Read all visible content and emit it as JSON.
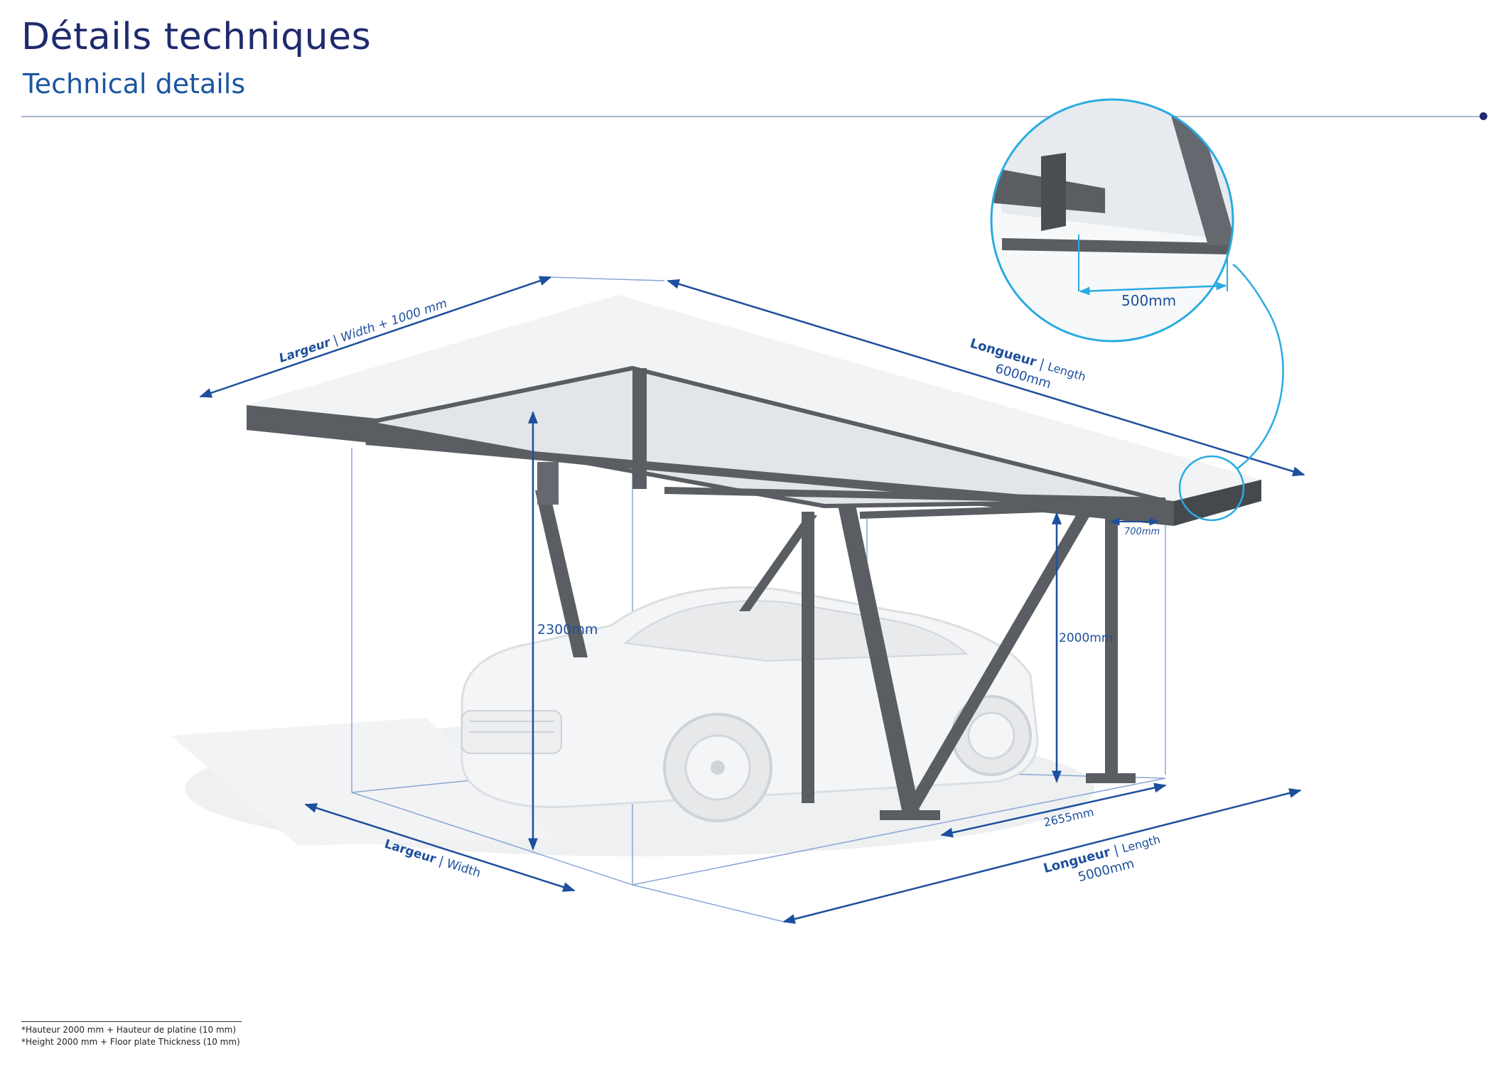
{
  "header": {
    "title_fr": "Détails techniques",
    "title_en": "Technical details"
  },
  "dimensions": {
    "top_width": {
      "fr": "Largeur",
      "en": "Width + 1000 mm"
    },
    "top_length": {
      "fr": "Longueur",
      "en": "Length",
      "value": "6000mm"
    },
    "overhang_detail": "500mm",
    "overhang_side": "700mm",
    "height_total": "2300mm",
    "height_clear": "2000mm",
    "post_spacing": "2655mm",
    "ground_width": {
      "fr": "Largeur",
      "en": "Width"
    },
    "ground_length": {
      "fr": "Longueur",
      "en": "Length",
      "value": "5000mm"
    }
  },
  "footnote": {
    "line_fr": "*Hauteur 2000 mm + Hauteur de platine (10 mm)",
    "line_en": "*Height 2000 mm + Floor plate Thickness (10 mm)"
  },
  "colors": {
    "title": "#1f2b6e",
    "subtitle": "#1b56a0",
    "dimension": "#1d4f9c",
    "detail_circle": "#29abe2",
    "steel": "#5a5e63",
    "panel": "#e9ecef"
  }
}
